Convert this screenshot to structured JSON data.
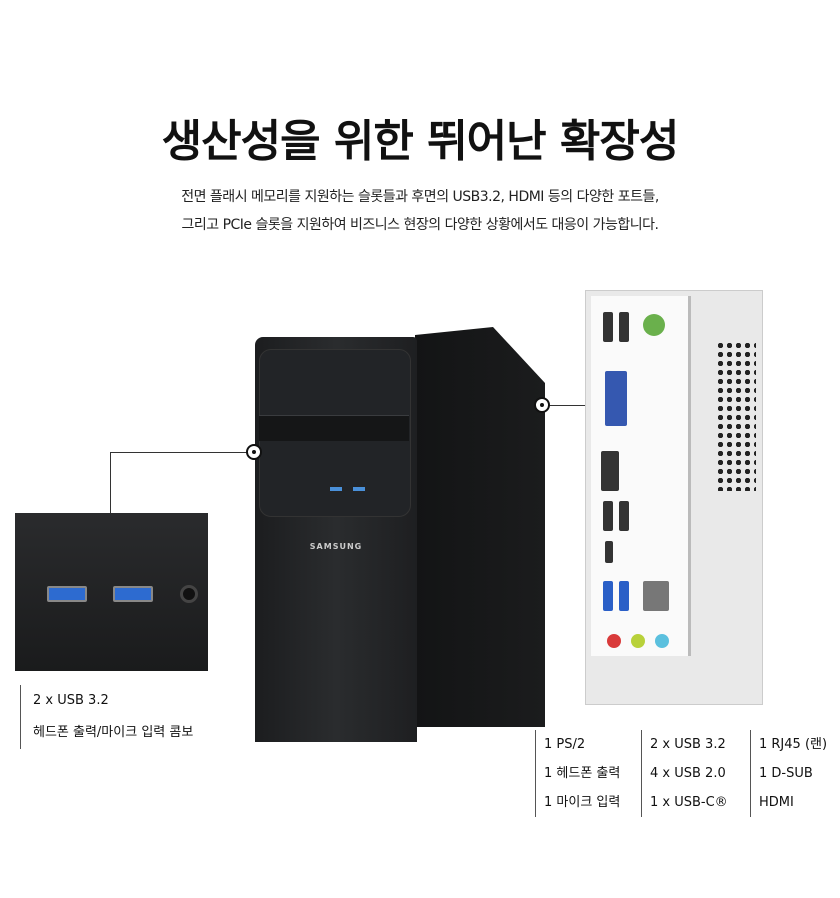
{
  "title": "생산성을 위한 뛰어난 확장성",
  "subtitle": [
    "전면 플래시 메모리를 지원하는 슬롯들과 후면의 USB3.2, HDMI 등의 다양한 포트들,",
    "그리고 PCIe 슬롯을 지원하여 비즈니스 현장의 다양한 상황에서도 대응이 가능합니다."
  ],
  "tower_brand": "SAMSUNG",
  "front_ports": [
    "2 x USB 3.2",
    "헤드폰 출력/마이크 입력 콤보"
  ],
  "rear_ports": [
    [
      "1 PS/2",
      "1 헤드폰 출력",
      "1 마이크 입력"
    ],
    [
      "2 x USB 3.2",
      "4 x USB 2.0",
      "1 x USB-C®"
    ],
    [
      "1 RJ45 (랜)",
      "1 D-SUB",
      "HDMI"
    ]
  ]
}
